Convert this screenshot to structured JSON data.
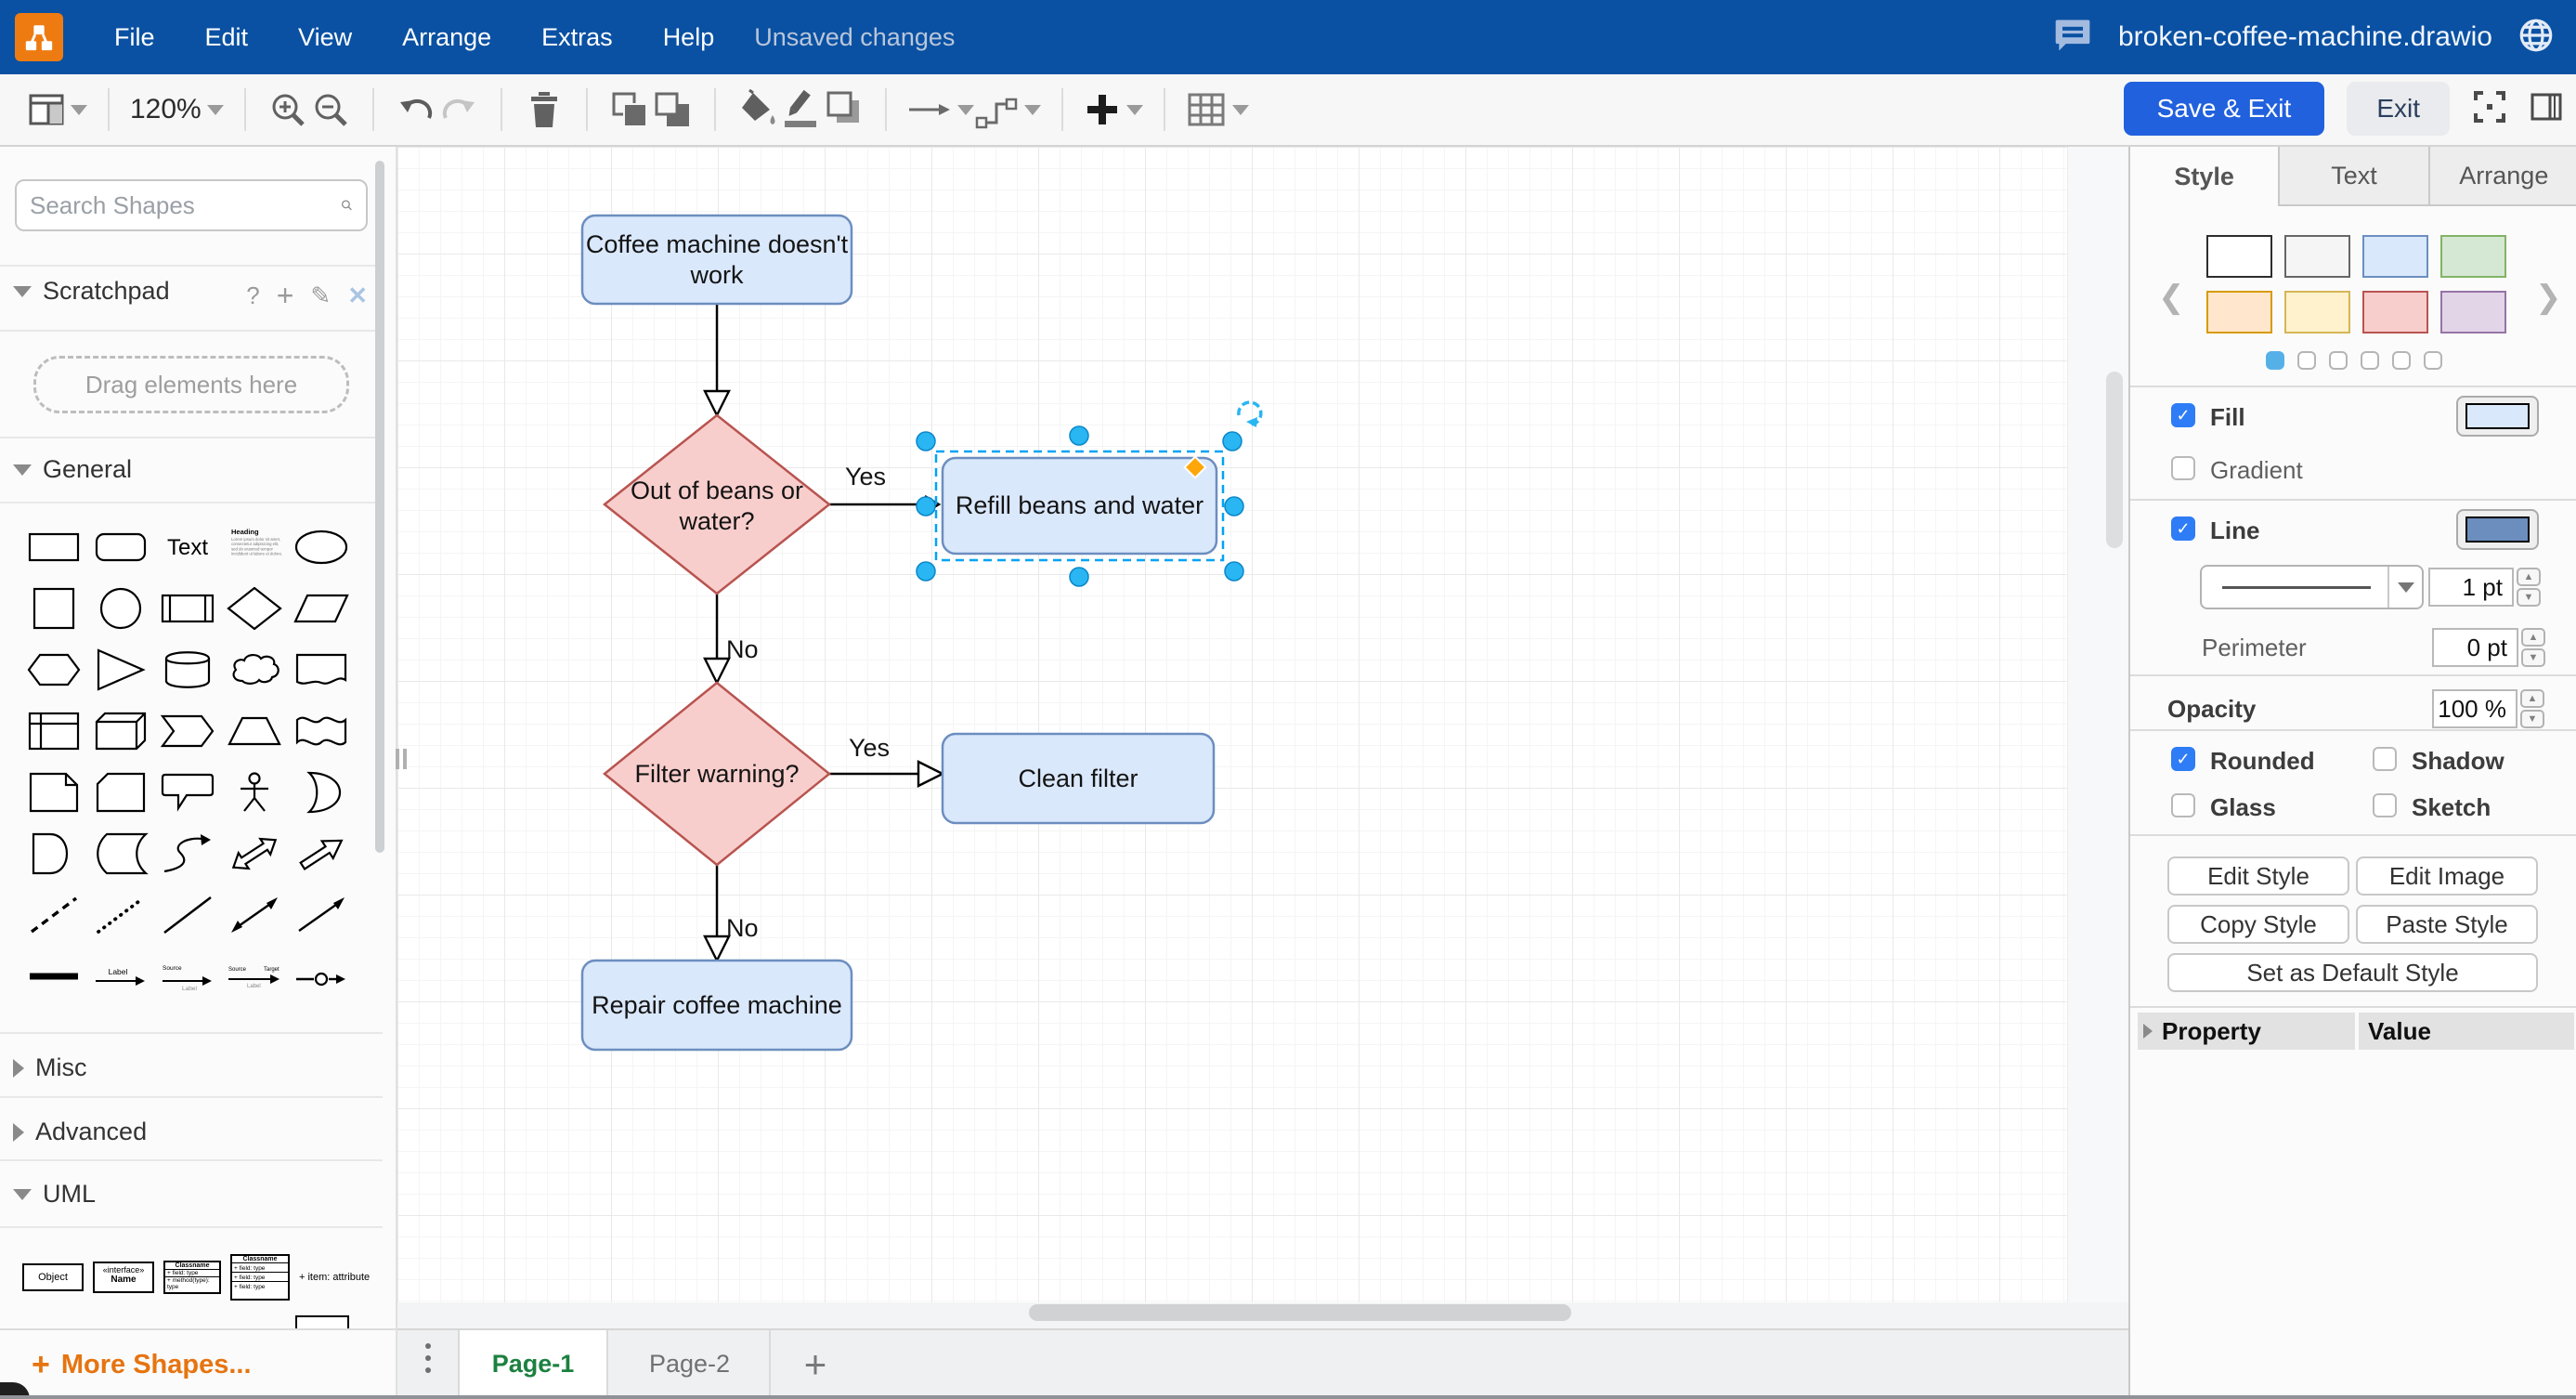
{
  "colors": {
    "header_blue": "#0a51a3",
    "accent_blue": "#2261dd",
    "node_fill": "#dae8fc",
    "node_stroke": "#6c8ebf",
    "decision_fill": "#f8cecc",
    "decision_stroke": "#b85450",
    "selection_handle": "#29b6f2",
    "page_active_green": "#1c8040",
    "more_shapes_orange": "#e67410"
  },
  "menubar": {
    "menus": [
      "File",
      "Edit",
      "View",
      "Arrange",
      "Extras",
      "Help"
    ],
    "status": "Unsaved changes",
    "filename": "broken-coffee-machine.drawio"
  },
  "toolbar": {
    "zoom": "120%",
    "save_exit": "Save & Exit",
    "exit": "Exit"
  },
  "sidebar": {
    "search_placeholder": "Search Shapes",
    "scratchpad": {
      "title": "Scratchpad",
      "hint": "Drag elements here"
    },
    "sections": {
      "general": "General",
      "misc": "Misc",
      "advanced": "Advanced",
      "uml": "UML"
    },
    "more_shapes": "More Shapes...",
    "shape_labels": {
      "text": "Text",
      "heading": "Heading",
      "lorem_lines": [
        "Lorem ipsum dolor sit amet,",
        "consectetur adipisicing elit,",
        "sed do eiusmod tempor",
        "incididunt ut labore et dolore."
      ],
      "label": "Label",
      "source": "Source",
      "target": "Target"
    },
    "shapes": [
      "rectangle",
      "rounded-rectangle",
      "text",
      "textbox",
      "ellipse",
      "square",
      "circle",
      "process",
      "diamond",
      "parallelogram",
      "hexagon",
      "triangle",
      "cylinder",
      "cloud",
      "document",
      "internal-storage",
      "cube",
      "step",
      "trapezoid",
      "tape",
      "note",
      "card",
      "callout",
      "actor",
      "or",
      "and",
      "data-storage",
      "curve",
      "bidirectional-arrow",
      "arrow",
      "dashed-line",
      "dotted-line",
      "line",
      "bidirectional-connector",
      "directional-connector",
      "link",
      "arrow-with-label",
      "arrow-with-source-label",
      "arrow-with-source-target-labels",
      "arrow-with-node"
    ],
    "uml": {
      "object": "Object",
      "interface_stereo": "«interface»",
      "interface_name": "Name",
      "classname": "Classname",
      "field": "+ field: type",
      "method": "+ method(type): type",
      "item_attribute": "+ item: attribute"
    }
  },
  "diagram": {
    "nodes": [
      {
        "id": "start",
        "label": "Coffee machine doesn't work",
        "shape": "rounded",
        "fill": "#dae8fc",
        "stroke": "#6c8ebf",
        "selected": false
      },
      {
        "id": "beans",
        "label": "Out of beans or water?",
        "shape": "diamond",
        "fill": "#f8cecc",
        "stroke": "#b85450",
        "selected": false
      },
      {
        "id": "refill",
        "label": "Refill beans and water",
        "shape": "rounded",
        "fill": "#dae8fc",
        "stroke": "#6c8ebf",
        "selected": true
      },
      {
        "id": "filter",
        "label": "Filter warning?",
        "shape": "diamond",
        "fill": "#f8cecc",
        "stroke": "#b85450",
        "selected": false
      },
      {
        "id": "clean",
        "label": "Clean filter",
        "shape": "rounded",
        "fill": "#dae8fc",
        "stroke": "#6c8ebf",
        "selected": false
      },
      {
        "id": "repair",
        "label": "Repair coffee machine",
        "shape": "rounded",
        "fill": "#dae8fc",
        "stroke": "#6c8ebf",
        "selected": false
      }
    ],
    "edges": [
      {
        "from": "start",
        "to": "beans",
        "label": ""
      },
      {
        "from": "beans",
        "to": "refill",
        "label": "Yes"
      },
      {
        "from": "beans",
        "to": "filter",
        "label": "No"
      },
      {
        "from": "filter",
        "to": "clean",
        "label": "Yes"
      },
      {
        "from": "filter",
        "to": "repair",
        "label": "No"
      }
    ]
  },
  "format_panel": {
    "tabs": [
      "Style",
      "Text",
      "Arrange"
    ],
    "active_tab": "Style",
    "style_presets": [
      {
        "fill": "#ffffff",
        "stroke": "#2d2d2d"
      },
      {
        "fill": "#f5f5f5",
        "stroke": "#666666"
      },
      {
        "fill": "#dae8fc",
        "stroke": "#6c8ebf"
      },
      {
        "fill": "#d5e8d4",
        "stroke": "#82b366"
      },
      {
        "fill": "#ffe6cc",
        "stroke": "#d79b00"
      },
      {
        "fill": "#fff2cc",
        "stroke": "#d6b656"
      },
      {
        "fill": "#f8cecc",
        "stroke": "#b85450"
      },
      {
        "fill": "#e1d5e7",
        "stroke": "#9673a6"
      }
    ],
    "pager": {
      "count": 6,
      "active_index": 0
    },
    "fill": {
      "label": "Fill",
      "checked": true,
      "color": "#dae8fc"
    },
    "gradient": {
      "label": "Gradient",
      "checked": false
    },
    "line": {
      "label": "Line",
      "checked": true,
      "color": "#6c8ebf",
      "width": "1 pt"
    },
    "perimeter": {
      "label": "Perimeter",
      "value": "0 pt"
    },
    "opacity": {
      "label": "Opacity",
      "value": "100 %"
    },
    "toggles": [
      {
        "label": "Rounded",
        "checked": true
      },
      {
        "label": "Shadow",
        "checked": false
      },
      {
        "label": "Glass",
        "checked": false
      },
      {
        "label": "Sketch",
        "checked": false
      }
    ],
    "buttons": [
      "Edit Style",
      "Edit Image",
      "Copy Style",
      "Paste Style",
      "Set as Default Style"
    ],
    "properties": {
      "col1": "Property",
      "col2": "Value"
    }
  },
  "pages": {
    "tabs": [
      "Page-1",
      "Page-2"
    ],
    "active": "Page-1"
  }
}
